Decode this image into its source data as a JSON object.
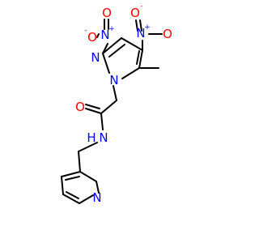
{
  "colors": {
    "bond": "#000000",
    "N": "#0000ff",
    "O": "#ff0000"
  },
  "atom_labels": {
    "n1": "N",
    "n2": "N",
    "no2a_n": "N",
    "no2a_o1": "O",
    "no2a_o2": "O",
    "no2b_n": "N",
    "no2b_o1": "O",
    "no2b_o2": "O",
    "amide_o": "O",
    "amide_n": "N",
    "amide_h": "H",
    "py_n": "N"
  },
  "charges": {
    "no2a_n": "+",
    "no2a_o1": "-",
    "no2b_n": "+",
    "no2b_o1": "-"
  }
}
